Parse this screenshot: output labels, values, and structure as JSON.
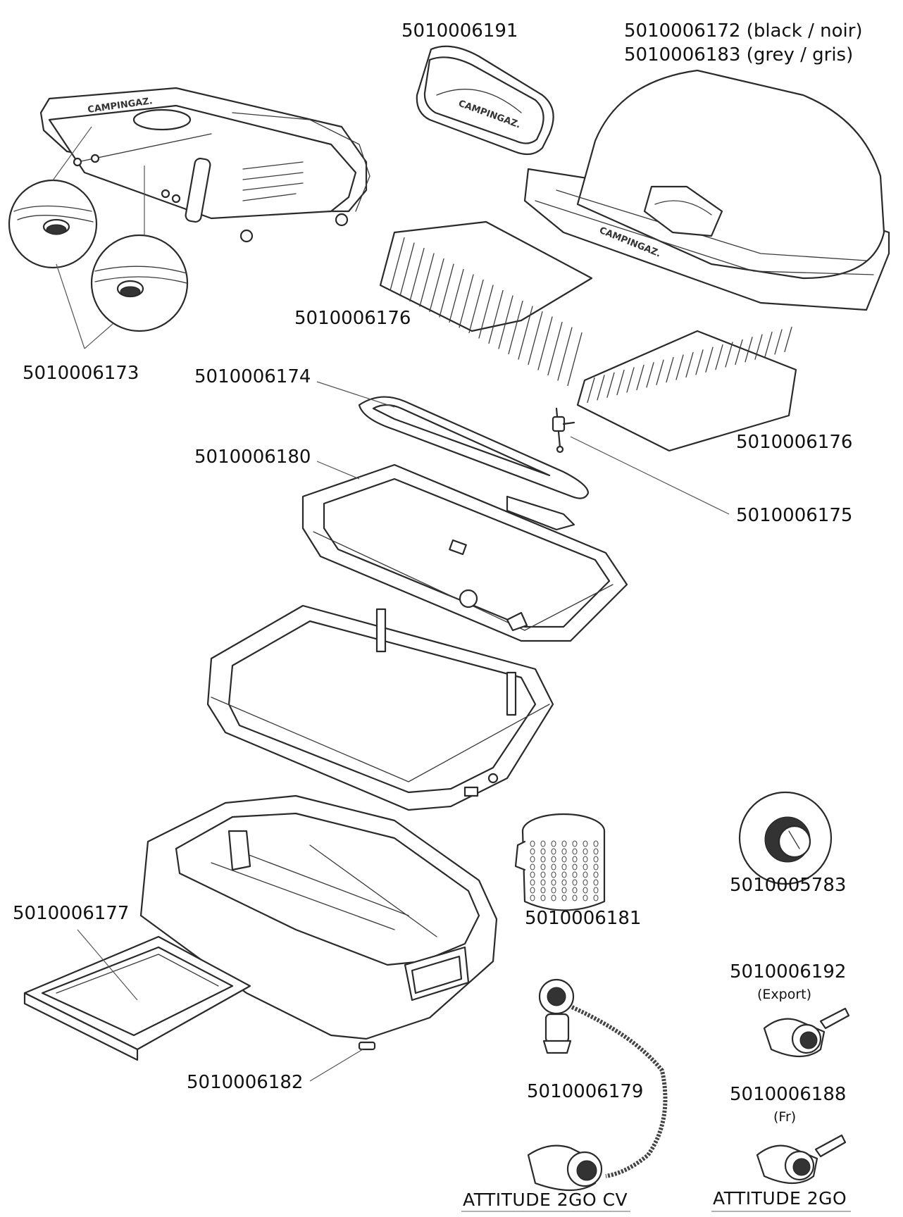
{
  "labels": {
    "thermometer": "5010006191",
    "lid_black": "5010006172 (black / noir)",
    "lid_grey": "5010006183 (grey / gris)",
    "grid_left": "5010006176",
    "lid_feet": "5010006173",
    "burner": "5010006174",
    "grid_right": "5010006176",
    "body_pan": "5010006180",
    "igniter": "5010006175",
    "basket": "5010006181",
    "knob": "5010005783",
    "drip_tray": "5010006177",
    "regulator_export": "5010006192",
    "regulator_export_sub": "(Export)",
    "base_feet": "5010006182",
    "hose_regulator": "5010006179",
    "regulator_fr": "5010006188",
    "regulator_fr_sub": "(Fr)"
  },
  "captions": {
    "left": "ATTITUDE 2GO CV",
    "right": "ATTITUDE 2GO"
  },
  "brand": {
    "logo_text": "CAMPINGAZ."
  }
}
